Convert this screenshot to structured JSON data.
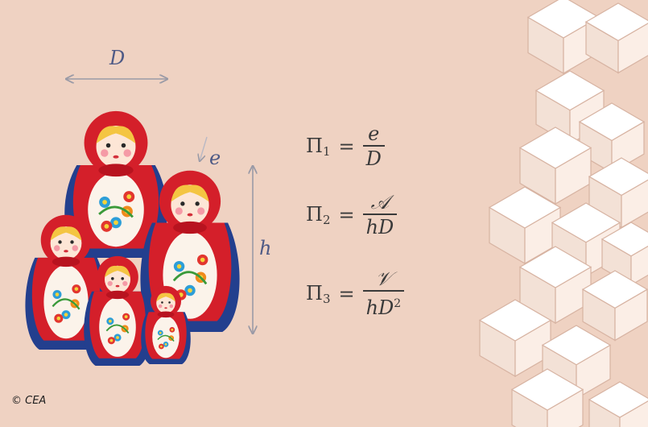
{
  "labels": {
    "diameter": "D",
    "thickness": "e",
    "height": "h"
  },
  "equations": [
    {
      "lhs": "Π",
      "sub": "1",
      "numerator": "e",
      "denominator": "D",
      "den_sup": ""
    },
    {
      "lhs": "Π",
      "sub": "2",
      "numerator": "𝒜",
      "denominator": "hD",
      "den_sup": ""
    },
    {
      "lhs": "Π",
      "sub": "3",
      "numerator": "𝒱",
      "denominator": "hD",
      "den_sup": "2"
    }
  ],
  "credit": "© CEA",
  "colors": {
    "background": "#efd2c2",
    "doll_red": "#d41f2a",
    "doll_blue": "#233f8e",
    "hair": "#f4c542",
    "label": "#4e5a86",
    "arrow": "#9a9aa6",
    "cube_top": "#ffffff",
    "cube_side": "#f3e1d6",
    "cube_edge": "#d7b3a2"
  },
  "icons": [
    "matryoshka-doll",
    "dimension-arrow",
    "isometric-cube"
  ]
}
